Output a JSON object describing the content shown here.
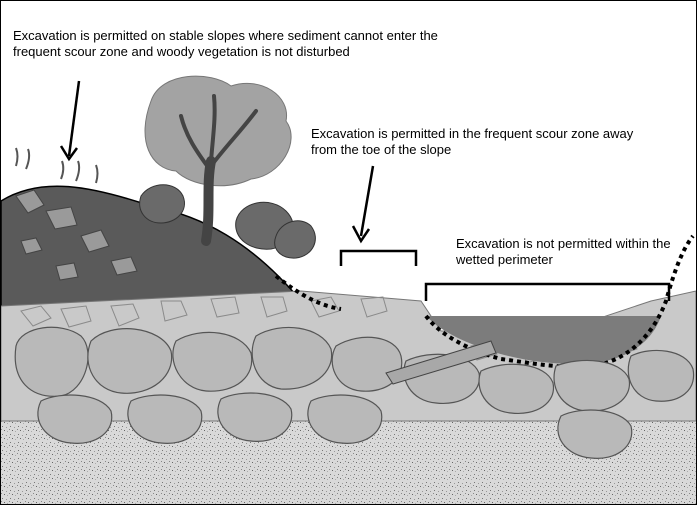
{
  "callouts": {
    "stable_slopes": "Excavation is permitted on stable slopes where sediment cannot enter the frequent scour zone and woody vegetation is not disturbed",
    "scour_zone": "Excavation is permitted in the frequent scour zone away from the toe of the slope",
    "wetted_perimeter": "Excavation is not permitted within the wetted perimeter"
  },
  "colors": {
    "water": "#7c7c7c",
    "boulder": "#b9b9b9",
    "cobble": "#c9c9c9",
    "bank_soil": "#5a5a5a",
    "tree_canopy": "#a3a3a3",
    "trunk": "#444444",
    "outline": "#000000"
  }
}
